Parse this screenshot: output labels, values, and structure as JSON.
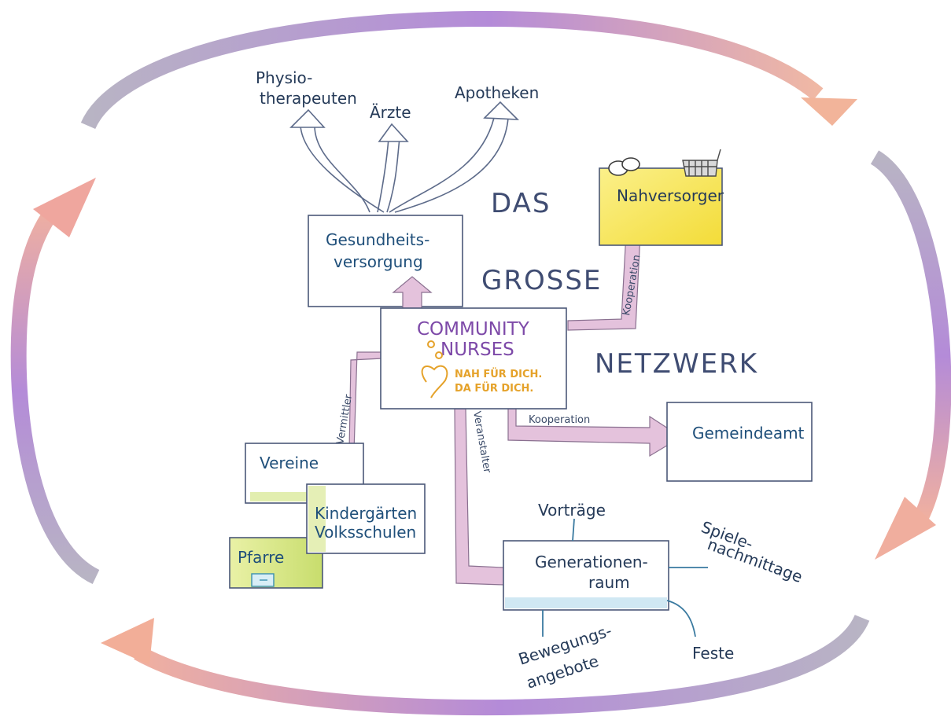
{
  "title_words": [
    "DAS",
    "GROSSE",
    "NETZWERK"
  ],
  "center": {
    "line1": "COMMUNITY",
    "line2": "NURSES",
    "slogan1": "NAH FÜR DICH.",
    "slogan2": "DA FÜR DICH."
  },
  "nodes": {
    "gesundheit1": "Gesundheits-",
    "gesundheit2": "versorgung",
    "physio1": "Physio-",
    "physio2": "therapeuten",
    "aerzte": "Ärzte",
    "apotheken": "Apotheken",
    "nahversorger": "Nahversorger",
    "gemeindeamt": "Gemeindeamt",
    "vereine": "Vereine",
    "kindergaerten1": "Kindergärten",
    "kindergaerten2": "Volksschulen",
    "pfarre": "Pfarre",
    "generationen1": "Generationen-",
    "generationen2": "raum",
    "vortraege": "Vorträge",
    "spiele1": "Spiele-",
    "spiele2": "nachmittage",
    "bewegung1": "Bewegungs-",
    "bewegung2": "angebote",
    "feste": "Feste"
  },
  "edge_labels": {
    "kooperation_top": "Kooperation",
    "kooperation_right": "Kooperation",
    "vermittler": "Vermittler",
    "veranstalter": "Veranstalter"
  },
  "colors": {
    "arrow_pink": "#d7a0c9",
    "yellow": "#f5e35a",
    "green": "#cfe27a",
    "blue": "#a9d5ea",
    "purple_title": "#7d49a8",
    "orange_slogan": "#e5a22a"
  }
}
